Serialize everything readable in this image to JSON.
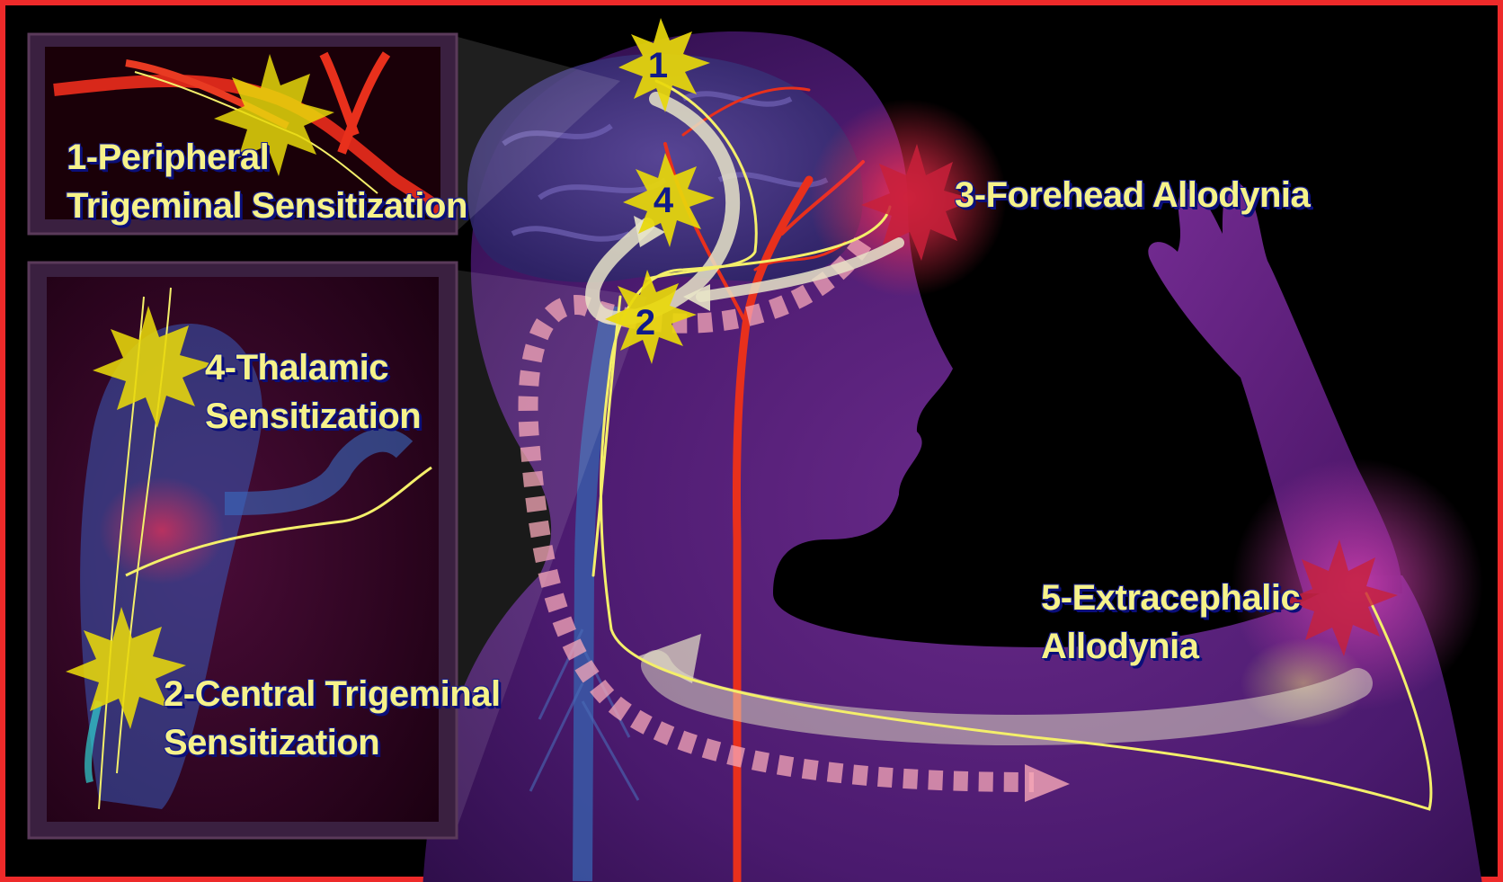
{
  "figure": {
    "border_color": "#ee2a2a",
    "background": "#000000",
    "accent_colors": {
      "star_yellow": "#f2e40a",
      "star_red": "#d8233a",
      "nerve": "#f4ef6a",
      "body": "#4a1a6e",
      "artery": "#e8301c"
    }
  },
  "labels": {
    "peripheral": {
      "line1": "1-Peripheral",
      "line2": "Trigeminal Sensitization"
    },
    "central": {
      "line1": "2-Central Trigeminal",
      "line2": "Sensitization"
    },
    "forehead": {
      "line1": "3-Forehead Allodynia"
    },
    "thalamic": {
      "line1": "4-Thalamic",
      "line2": "Sensitization"
    },
    "extracephalic": {
      "line1": "5-Extracephalic",
      "line2": "Allodynia"
    }
  },
  "markers": {
    "m1": "1",
    "m2": "2",
    "m4": "4"
  },
  "icons": [
    "yellow-starburst-icon",
    "red-starburst-icon",
    "curved-arrow-icon",
    "dashed-arrow-icon"
  ]
}
